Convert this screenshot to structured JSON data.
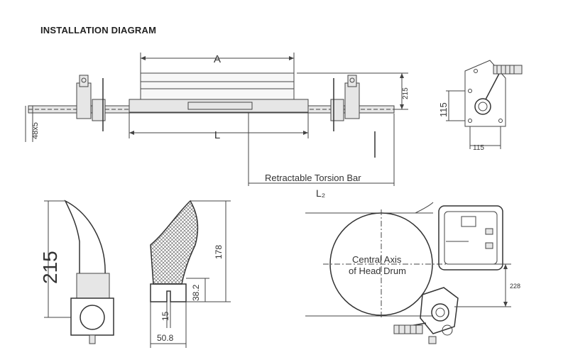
{
  "title": "INSTALLATION DIAGRAM",
  "labels": {
    "dim_a": "A",
    "dim_l": "L",
    "dim_l2": "L₂",
    "dim_215_top": "215",
    "dim_48x5": "48x5",
    "dim_115_v": "115",
    "dim_115_h": "115",
    "torsion_bar": "Retractable Torsion Bar",
    "dim_215_big": "215",
    "dim_178": "178",
    "dim_38_2": "38.2",
    "dim_15": "15",
    "dim_50_8": "50.8",
    "central_axis_1": "Central Axis",
    "central_axis_2": "of Head Drum",
    "dim_228": "228"
  }
}
